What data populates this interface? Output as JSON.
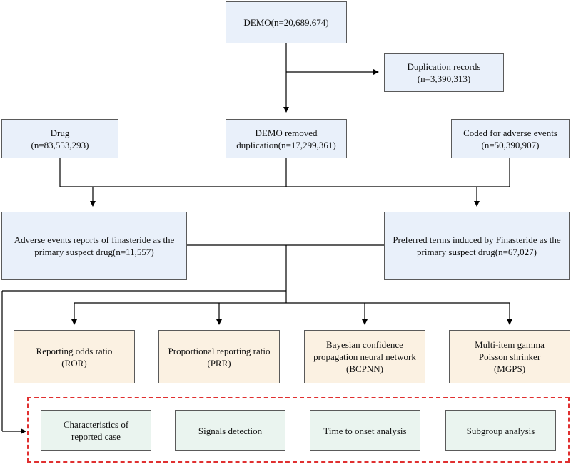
{
  "nodes": {
    "demo": "DEMO(n=20,689,674)",
    "duplication": "Duplication records\n(n=3,390,313)",
    "drug": "Drug\n(n=83,553,293)",
    "demo_removed": "DEMO removed\nduplication(n=17,299,361)",
    "coded": "Coded for adverse events\n(n=50,390,907)",
    "adverse_reports": "Adverse events reports of finasteride as the\nprimary suspect drug(n=11,557)",
    "preferred_terms": "Preferred terms induced by Finasteride as the\nprimary suspect drug(n=67,027)",
    "ror": "Reporting odds ratio\n(ROR)",
    "prr": "Proportional reporting ratio\n(PRR)",
    "bcpnn": "Bayesian confidence\npropagation neural network\n(BCPNN)",
    "mgps": "Multi-item gamma\nPoisson shrinker\n(MGPS)",
    "characteristics": "Characteristics of\nreported case",
    "signals": "Signals detection",
    "onset": "Time to onset analysis",
    "subgroup": "Subgroup analysis"
  },
  "colors": {
    "data_box": "#e9f0fa",
    "method_box": "#fbf1e2",
    "analysis_box": "#eaf4ef",
    "dashed_border": "#e03030",
    "connector": "#000000"
  }
}
